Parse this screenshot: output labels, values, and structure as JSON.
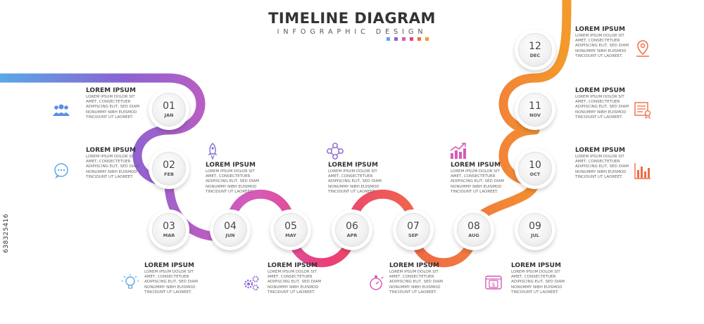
{
  "title": "TIMELINE DIAGRAM",
  "subtitle": "INFOGRAPHIC DESIGN",
  "side_id": "638325416",
  "palette": [
    "#5aa8e6",
    "#8a63d2",
    "#d65bb9",
    "#ea3f78",
    "#f06b45",
    "#f39a2b"
  ],
  "steps": [
    {
      "num": "01",
      "month": "JAN",
      "heading": "LOREM IPSUM",
      "body": "LOREM IPSUM DOLOR SIT AMET, CONSECTETUER ADIPISCING ELIT, SED DIAM NONUMMY NIBH EUISMOD TINCIDUNT UT LAOREET.",
      "icon": "people-icon",
      "color": "#5b8fe0"
    },
    {
      "num": "02",
      "month": "FEB",
      "heading": "LOREM IPSUM",
      "body": "LOREM IPSUM DOLOR SIT AMET, CONSECTETUER ADIPISCING ELIT, SED DIAM NONUMMY NIBH EUISMOD TINCIDUNT UT LAOREET.",
      "icon": "chat-bubble-icon",
      "color": "#5aa8e6"
    },
    {
      "num": "03",
      "month": "MAR",
      "heading": "LOREM IPSUM",
      "body": "LOREM IPSUM DOLOR SIT AMET, CONSECTETUER ADIPISCING ELIT, SED DIAM NONUMMY NIBH EUISMOD TINCIDUNT UT LAOREET.",
      "icon": "lightbulb-icon",
      "color": "#5aa8e6"
    },
    {
      "num": "04",
      "month": "JUN",
      "heading": "LOREM IPSUM",
      "body": "LOREM IPSUM DOLOR SIT AMET, CONSECTETUER ADIPISCING ELIT, SED DIAM NONUMMY NIBH EUISMOD TINCIDUNT UT LAOREET.",
      "icon": "rocket-icon",
      "color": "#7a6fd6"
    },
    {
      "num": "05",
      "month": "MAY",
      "heading": "LOREM IPSUM",
      "body": "LOREM IPSUM DOLOR SIT AMET, CONSECTETUER ADIPISCING ELIT, SED DIAM NONUMMY NIBH EUISMOD TINCIDUNT UT LAOREET.",
      "icon": "gears-icon",
      "color": "#8a63d2"
    },
    {
      "num": "06",
      "month": "APR",
      "heading": "LOREM IPSUM",
      "body": "LOREM IPSUM DOLOR SIT AMET, CONSECTETUER ADIPISCING ELIT, SED DIAM NONUMMY NIBH EUISMOD TINCIDUNT UT LAOREET.",
      "icon": "network-icon",
      "color": "#8a63d2"
    },
    {
      "num": "07",
      "month": "SEP",
      "heading": "LOREM IPSUM",
      "body": "LOREM IPSUM DOLOR SIT AMET, CONSECTETUER ADIPISCING ELIT, SED DIAM NONUMMY NIBH EUISMOD TINCIDUNT UT LAOREET.",
      "icon": "stopwatch-icon",
      "color": "#d65bb9"
    },
    {
      "num": "08",
      "month": "AUG",
      "heading": "LOREM IPSUM",
      "body": "LOREM IPSUM DOLOR SIT AMET, CONSECTETUER ADIPISCING ELIT, SED DIAM NONUMMY NIBH EUISMOD TINCIDUNT UT LAOREET.",
      "icon": "growth-chart-icon",
      "color": "#d65bb9"
    },
    {
      "num": "09",
      "month": "JUL",
      "heading": "LOREM IPSUM",
      "body": "LOREM IPSUM DOLOR SIT AMET, CONSECTETUER ADIPISCING ELIT, SED DIAM NONUMMY NIBH EUISMOD TINCIDUNT UT LAOREET.",
      "icon": "payment-icon",
      "color": "#d65bb9"
    },
    {
      "num": "10",
      "month": "OCT",
      "heading": "LOREM IPSUM",
      "body": "LOREM IPSUM DOLOR SIT AMET, CONSECTETUER ADIPISCING ELIT, SED DIAM NONUMMY NIBH EUISMOD TINCIDUNT UT LAOREET.",
      "icon": "bar-chart-icon",
      "color": "#f06b45"
    },
    {
      "num": "11",
      "month": "NOV",
      "heading": "LOREM IPSUM",
      "body": "LOREM IPSUM DOLOR SIT AMET, CONSECTETUER ADIPISCING ELIT, SED DIAM NONUMMY NIBH EUISMOD TINCIDUNT UT LAOREET.",
      "icon": "certificate-icon",
      "color": "#f06b45"
    },
    {
      "num": "12",
      "month": "DEC",
      "heading": "LOREM IPSUM",
      "body": "LOREM IPSUM DOLOR SIT AMET, CONSECTETUER ADIPISCING ELIT, SED DIAM NONUMMY NIBH EUISMOD TINCIDUNT UT LAOREET.",
      "icon": "location-pin-icon",
      "color": "#f06b45"
    }
  ]
}
